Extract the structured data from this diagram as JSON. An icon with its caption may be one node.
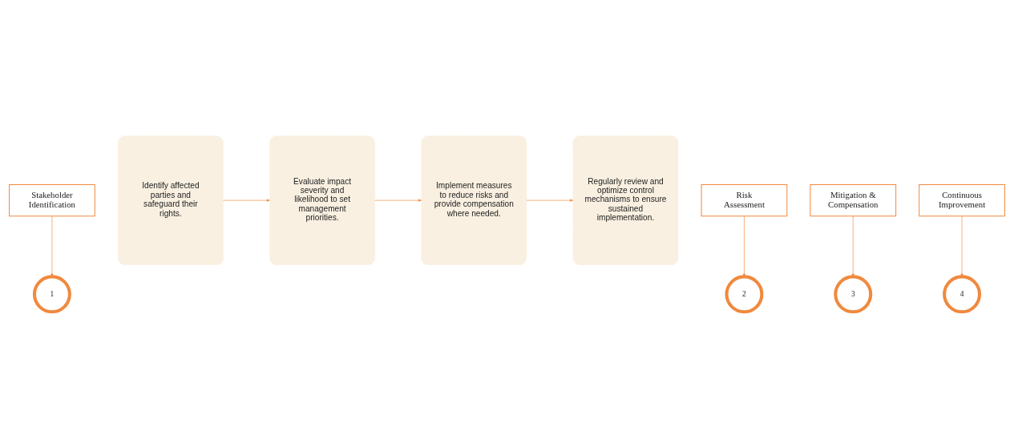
{
  "diagram": {
    "nodes": [
      {
        "text": [
          "Stakeholder Identification"
        ]
      },
      {
        "text": [
          "1"
        ]
      },
      {
        "text": [
          "Identify affected parties and safeguard their rights."
        ]
      },
      {
        "text": [
          "Risk Assessment"
        ]
      },
      {
        "text": [
          "2"
        ]
      },
      {
        "text": [
          "Evaluate impact severity and likelihood to set management priorities."
        ]
      },
      {
        "text": [
          "Mitigation & Compensation"
        ]
      },
      {
        "text": [
          "3"
        ]
      },
      {
        "text": [
          "Implement measures to reduce risks and provide compensation where needed."
        ]
      },
      {
        "text": [
          "Continuous Improvement"
        ]
      },
      {
        "text": [
          "4"
        ]
      },
      {
        "text": [
          "Regularly review and optimize control mechanisms to ensure sustained implementation."
        ]
      }
    ],
    "edges": [
      {
        "from": 0,
        "to": 1,
        "arrow": "to"
      },
      {
        "from": 3,
        "to": 4,
        "arrow": "to"
      },
      {
        "from": 6,
        "to": 7,
        "arrow": "to"
      },
      {
        "from": 9,
        "to": 10,
        "arrow": "to"
      },
      {
        "from": 2,
        "to": 5,
        "arrow": "to"
      },
      {
        "from": 5,
        "to": 8,
        "arrow": "to"
      },
      {
        "from": 8,
        "to": 11,
        "arrow": "to"
      }
    ]
  }
}
